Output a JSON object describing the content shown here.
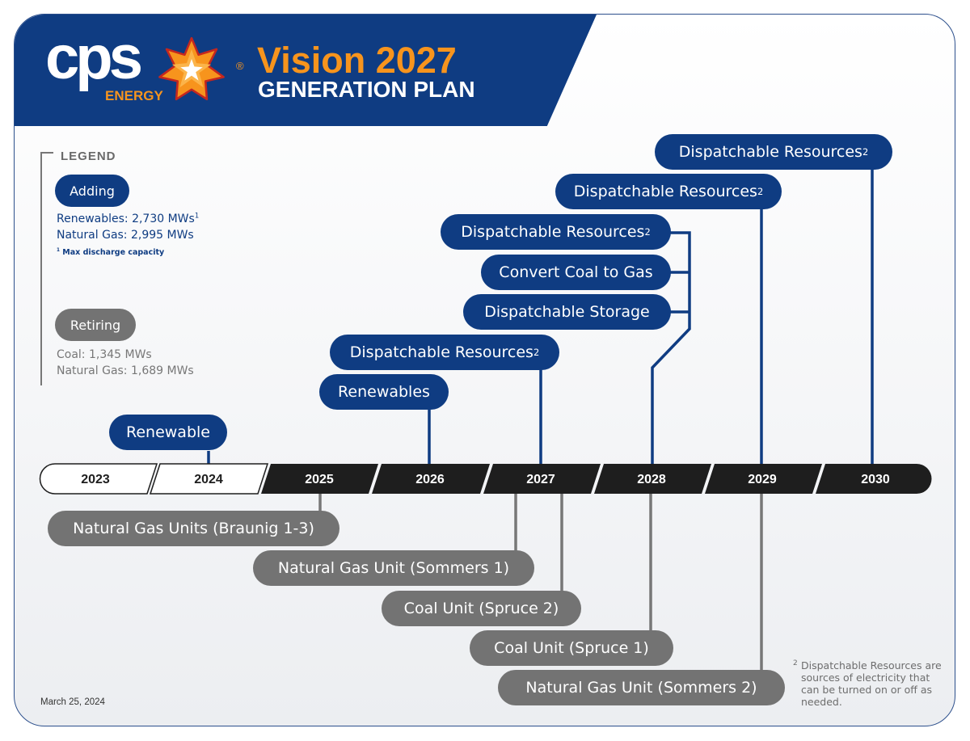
{
  "header": {
    "logo_text": "cps",
    "logo_subtext": "ENERGY",
    "logo_registered": "®",
    "title_line1": "Vision 2027",
    "title_line2": "GENERATION PLAN"
  },
  "legend": {
    "title": "LEGEND",
    "adding_label": "Adding",
    "adding_renewables": "Renewables: 2,730 MWs",
    "adding_renewables_note": "1",
    "adding_gas": "Natural Gas: 2,995 MWs",
    "adding_footnote_mark": "1",
    "adding_footnote": "Max discharge capacity",
    "retiring_label": "Retiring",
    "retiring_coal": "Coal: 1,345 MWs",
    "retiring_gas": "Natural Gas: 1,689 MWs"
  },
  "timeline": {
    "years": [
      "2023",
      "2024",
      "2025",
      "2026",
      "2027",
      "2028",
      "2029",
      "2030"
    ]
  },
  "additions": [
    {
      "label": "Renewable",
      "note": "",
      "year": "2024"
    },
    {
      "label": "Renewables",
      "note": "",
      "year": "2026"
    },
    {
      "label": "Dispatchable Resources",
      "note": "2",
      "year": "2027"
    },
    {
      "label": "Dispatchable Storage",
      "note": "",
      "year": "2028"
    },
    {
      "label": "Convert Coal to Gas",
      "note": "",
      "year": "2028"
    },
    {
      "label": "Dispatchable Resources",
      "note": "2",
      "year": "2028"
    },
    {
      "label": "Dispatchable Resources",
      "note": "2",
      "year": "2029"
    },
    {
      "label": "Dispatchable Resources",
      "note": "2",
      "year": "2030"
    }
  ],
  "retirements": [
    {
      "label": "Natural Gas Units (Braunig 1-3)",
      "year": "2025"
    },
    {
      "label": "Natural Gas Unit (Sommers 1)",
      "year": "2027"
    },
    {
      "label": "Coal Unit (Spruce 2)",
      "year": "2027"
    },
    {
      "label": "Coal Unit (Spruce 1)",
      "year": "2028"
    },
    {
      "label": "Natural Gas Unit (Sommers 2)",
      "year": "2029"
    }
  ],
  "footer": {
    "date": "March 25, 2024",
    "footnote_mark": "2",
    "footnote": "Dispatchable Resources are sources of electricity that can be turned on or off as needed."
  },
  "colors": {
    "navy": "#0f3c82",
    "orange": "#f7941d",
    "gray": "#737373",
    "dark_bar": "#1e1e1e"
  }
}
